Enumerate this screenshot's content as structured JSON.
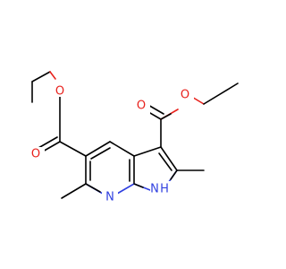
{
  "molecule": {
    "atoms": [
      {
        "id": "o_ester5_single",
        "text": "O",
        "color": "#e8211c"
      },
      {
        "id": "o_ester5_carbonyl",
        "text": "O",
        "color": "#e8211c"
      },
      {
        "id": "o_ester3_carbonyl",
        "text": "O",
        "color": "#e8211c"
      },
      {
        "id": "o_ester3_single",
        "text": "O",
        "color": "#e8211c"
      },
      {
        "id": "n_pyridine",
        "text": "N",
        "color": "#3040e0"
      },
      {
        "id": "n_pyrrole",
        "text": "N",
        "color": "#3040e0"
      },
      {
        "id": "h_pyrrole",
        "text": "H",
        "color": "#3040e0"
      }
    ],
    "colors": {
      "carbon": "#000000",
      "oxygen": "#e8211c",
      "nitrogen": "#3040e0"
    }
  }
}
